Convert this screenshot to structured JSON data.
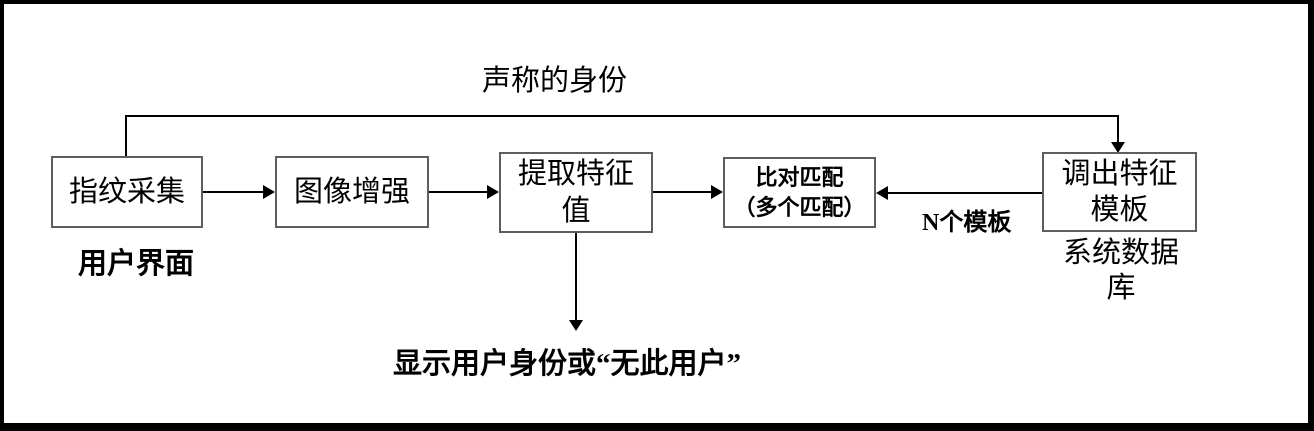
{
  "diagram": {
    "top_label": "声称的身份",
    "boxes": [
      {
        "id": "fingerprint-capture",
        "label": "指纹采集"
      },
      {
        "id": "image-enhancement",
        "label": "图像增强"
      },
      {
        "id": "extract-features",
        "label": "提取特征\n值"
      },
      {
        "id": "compare-match",
        "label": "比对匹配\n（多个匹配）"
      },
      {
        "id": "load-template",
        "label": "调出特征\n模板"
      }
    ],
    "captions": {
      "user_interface": "用户界面",
      "system_database": "系统数据\n库",
      "n_templates": "N个模板",
      "output_text": "显示用户身份或“无此用户”"
    },
    "colors": {
      "line": "#000000",
      "box_border": "#5e5e5e",
      "background": "#ffffff",
      "frame_border": "#000000"
    }
  }
}
